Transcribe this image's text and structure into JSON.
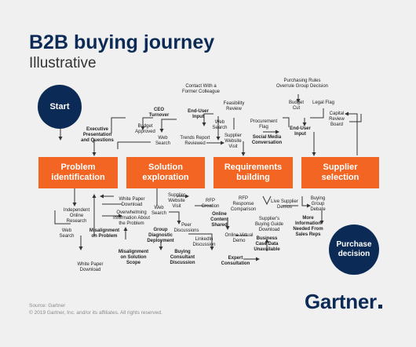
{
  "title": "B2B buying journey",
  "subtitle": "Illustrative",
  "start_label": "Start",
  "end_label": "Purchase\ndecision",
  "stages": [
    {
      "label": "Problem\nidentification"
    },
    {
      "label": "Solution\nexploration"
    },
    {
      "label": "Requirements\nbuilding"
    },
    {
      "label": "Supplier\nselection"
    }
  ],
  "steps": {
    "exec": "Executive\nPresentation\nand Questions",
    "ceo": "CEO\nTurnover",
    "budget_approved": "Budget\nApproved",
    "web_search_1": "Web\nSearch",
    "contact": "Contact With a\nFormer Colleague",
    "end_user_1": "End-User\nInput",
    "feasibility": "Feasibility\nReview",
    "web_search_2": "Web\nSearch",
    "trends": "Trends Report\nReviewed",
    "supplier_visit_1": "Supplier\nWebsite\nVisit",
    "social": "Social Media\nConversation",
    "procurement": "Procurement\nFlag",
    "purchasing_rules": "Purchasing Rules\nOverrule Group Decision",
    "budget_cut": "Budget\nCut",
    "legal_flag": "Legal Flag",
    "end_user_2": "End-User\nInput",
    "capital_review": "Capital\nReview\nBoard",
    "white_paper_1": "White Paper\nDownload",
    "overwhelming": "Overwhelming\nInformation About\nthe Problem",
    "independent": "Independent\nOnline\nResearch",
    "web_search_3": "Web\nSearch",
    "misalign_problem": "Misalignment\non Problem",
    "white_paper_2": "White Paper\nDownload",
    "misalign_scope": "Misalignment\non Solution\nScope",
    "web_search_4": "Web\nSearch",
    "supplier_visit_2": "Supplier\nWebsite\nVisit",
    "group_diag": "Group\nDiagnostic\nDeployment",
    "buying_consultant": "Buying\nConsultant\nDiscussion",
    "peer": "Peer\nDiscussions",
    "rfp_creation": "RFP\nCreation",
    "online_content": "Online\nContent\nShared",
    "linkedin": "LinkedIn\nDiscussion",
    "rfp_response": "RFP\nResponse\nComparison",
    "supplier_guide": "Supplier's\nBuying Guide\nDownload",
    "online_demo": "Online Virtual\nDemo",
    "expert": "Expert\nConsultation",
    "business_case": "Business\nCase Data\nUnavailable",
    "live_demos": "Live Supplier\nDemos",
    "group_debate": "Buying\nGroup\nDebate",
    "more_info": "More\nInformation\nNeeded From\nSales Reps"
  },
  "footer": {
    "source": "Source: Gartner",
    "copyright": "© 2019 Gartner, Inc. and/or its affiliates. All rights reserved."
  },
  "logo": "Gartner",
  "colors": {
    "navy": "#0b2a56",
    "orange": "#f26522",
    "background": "#f0f0f0"
  }
}
